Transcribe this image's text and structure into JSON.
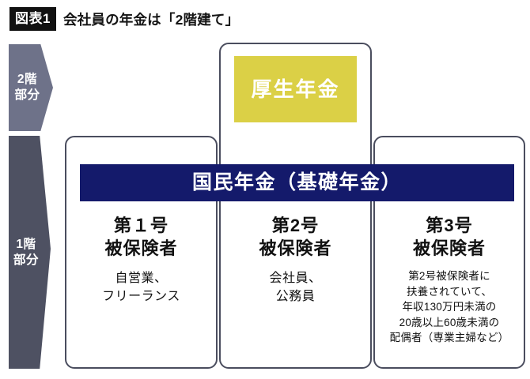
{
  "figure": {
    "badge": "図表1",
    "title": "会社員の年金は「2階建て」",
    "colors": {
      "badge_bg": "#111111",
      "floor2_marker": "#6e7289",
      "floor1_marker": "#4e5162",
      "kosei_nenkin_yellow": "#dbd046",
      "kokumin_nenkin_navy": "#141a6b",
      "pillar_border": "#4a4d5e",
      "background": "#ffffff"
    }
  },
  "floor_markers": [
    {
      "id": "2f",
      "label": "2階\n部分"
    },
    {
      "id": "1f",
      "label": "1階\n部分"
    }
  ],
  "tiers": {
    "second_tier": {
      "label": "厚生年金"
    },
    "first_tier": {
      "label": "国民年金（基礎年金）"
    }
  },
  "categories": [
    {
      "heading": "第１号\n被保険者",
      "description": "自営業、\nフリーランス"
    },
    {
      "heading": "第2号\n被保険者",
      "description": "会社員、\n公務員"
    },
    {
      "heading": "第3号\n被保険者",
      "description": "第2号被保険者に\n扶養されていて、\n年収130万円未満の\n20歳以上60歳未満の\n配偶者（専業主婦など）"
    }
  ]
}
